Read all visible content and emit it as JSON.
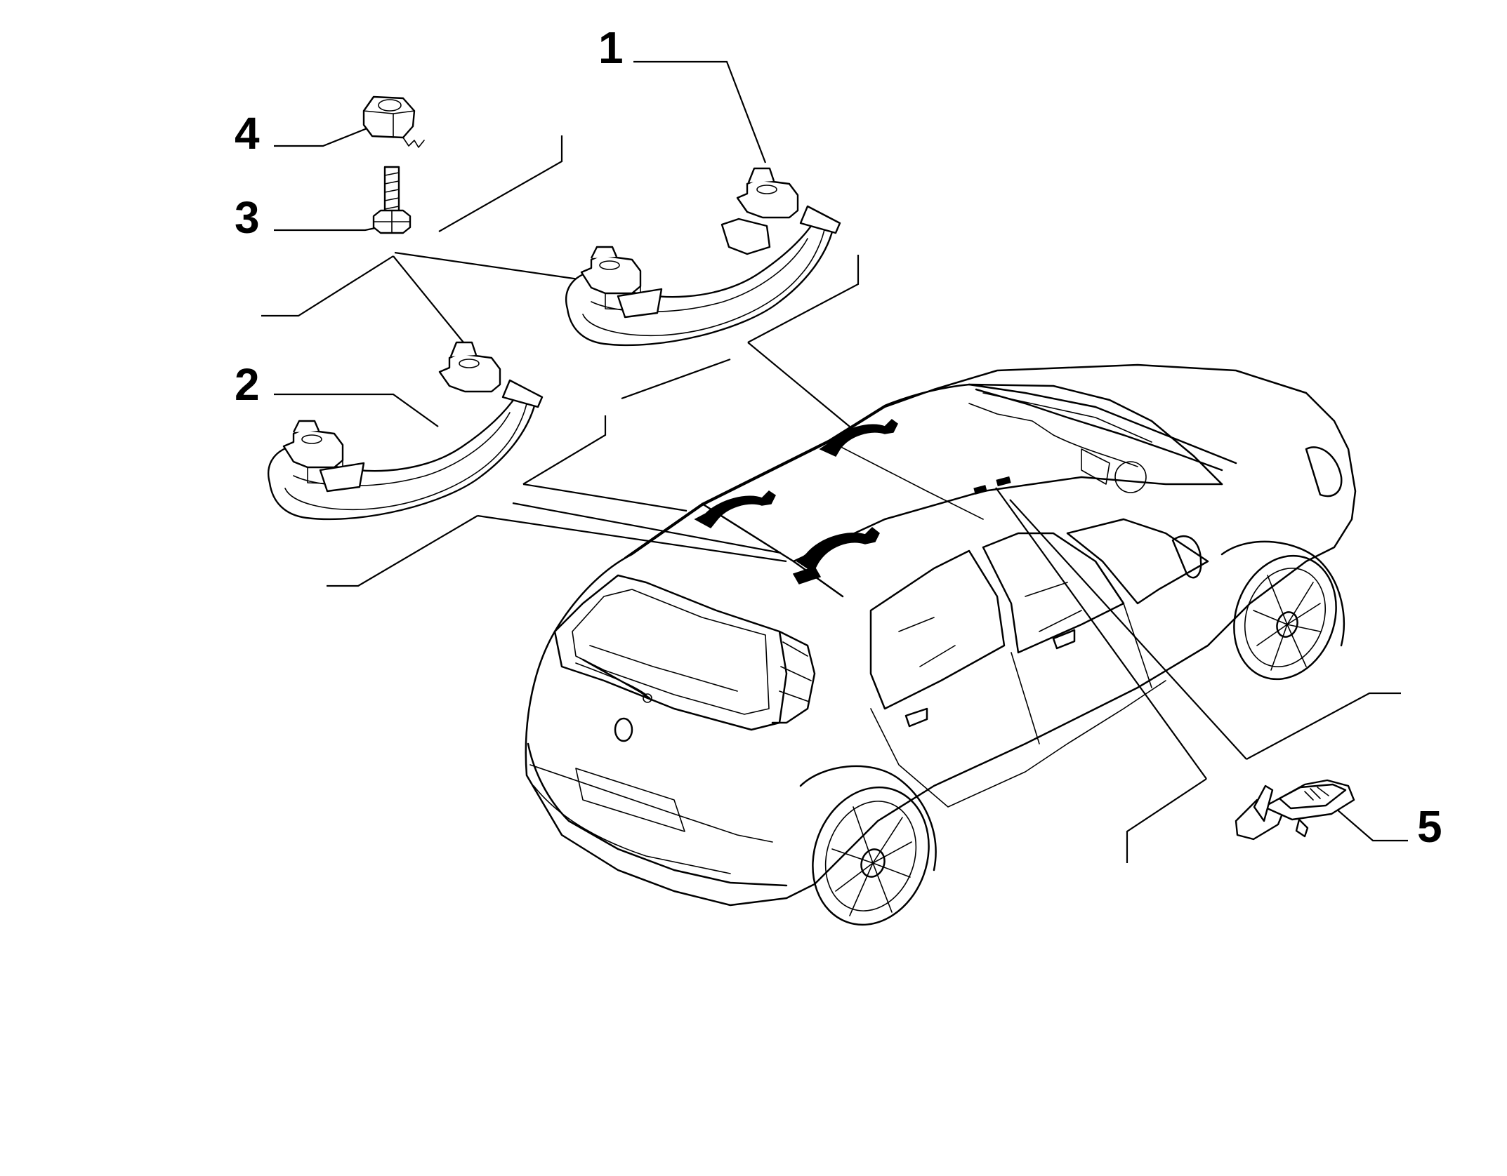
{
  "callouts": [
    {
      "id": "1",
      "label": "1"
    },
    {
      "id": "2",
      "label": "2"
    },
    {
      "id": "3",
      "label": "3"
    },
    {
      "id": "4",
      "label": "4"
    },
    {
      "id": "5",
      "label": "5"
    }
  ],
  "colors": {
    "ink": "#000000",
    "paper": "#ffffff"
  },
  "icons": {
    "part-1": "grab-handle-front-icon",
    "part-2": "grab-handle-rear-icon",
    "part-3": "screw-icon",
    "part-4": "cage-nut-icon",
    "part-5": "clip-icon",
    "vehicle": "hatchback-car-icon"
  }
}
